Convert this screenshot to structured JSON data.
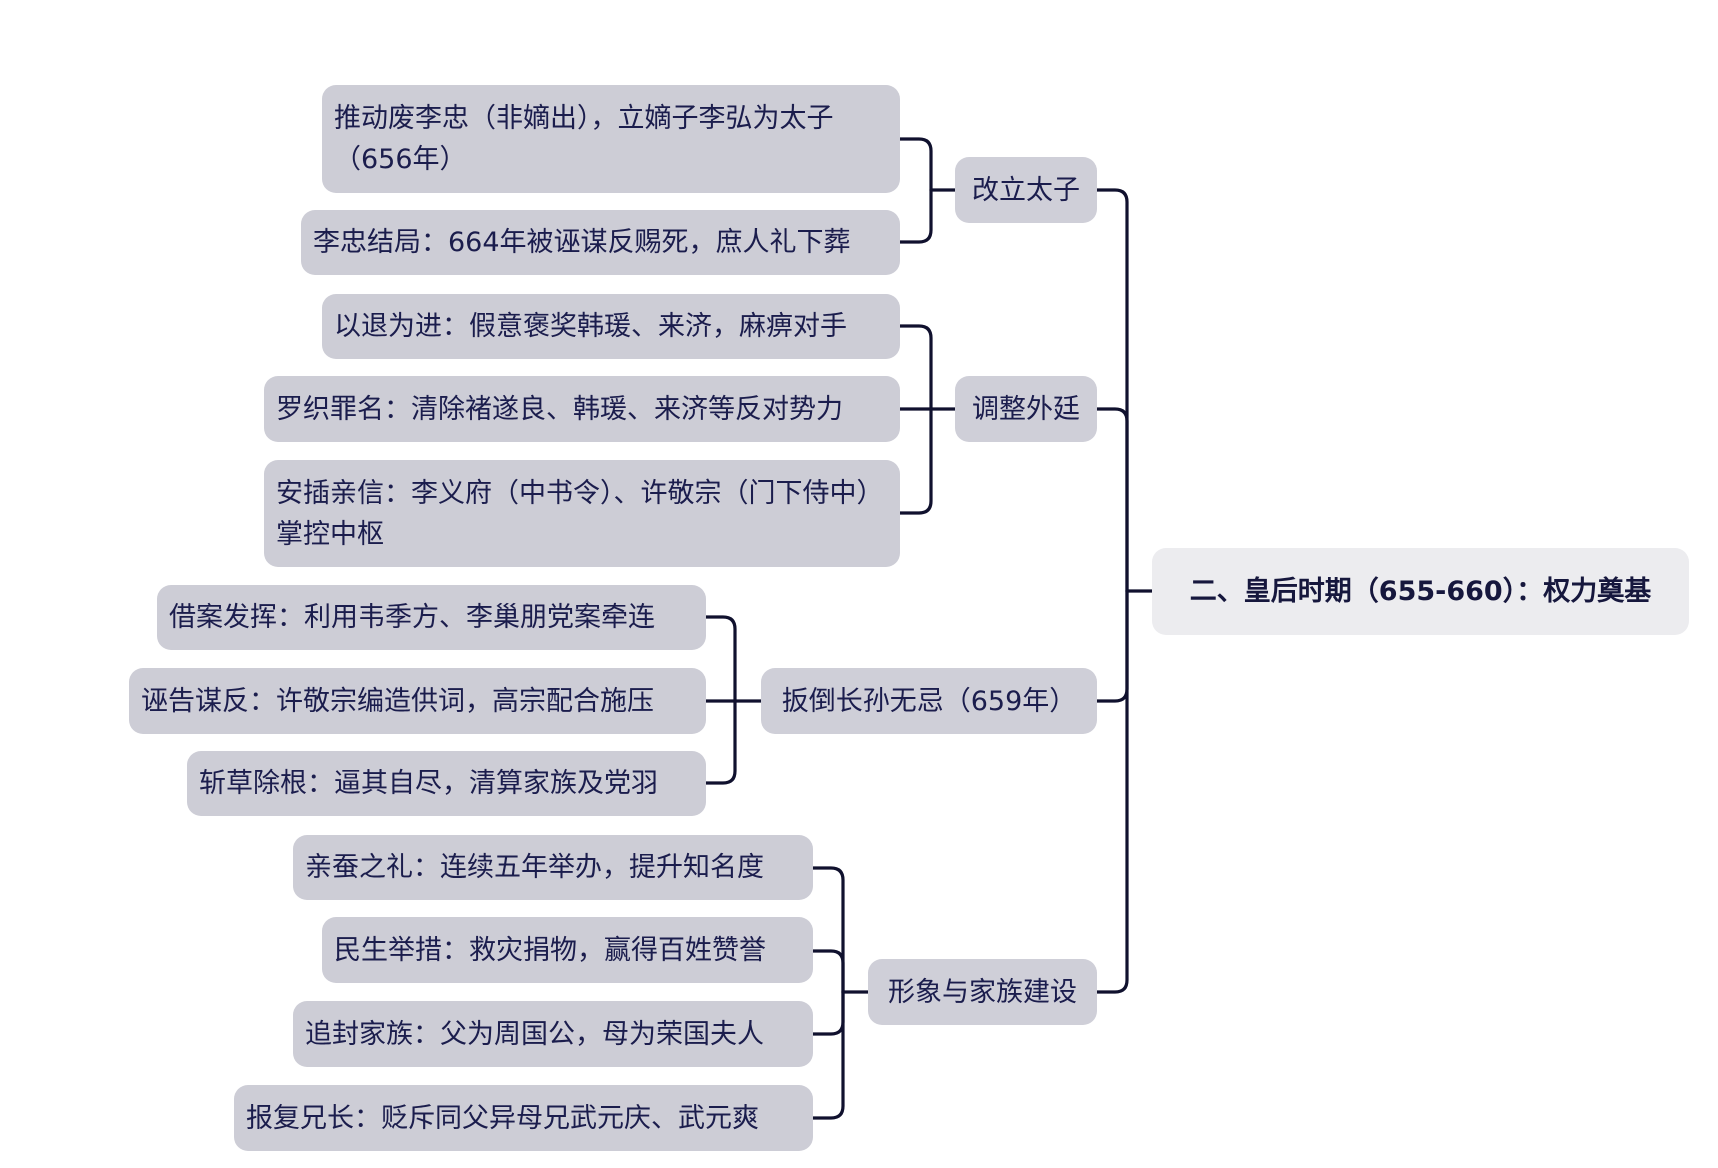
{
  "root": {
    "label": "二、皇后时期（655-660）：权力奠基"
  },
  "branches": [
    {
      "label": "改立太子",
      "children": [
        "推动废李忠（非嫡出），立嫡子李弘为太子（656年）",
        "李忠结局：664年被诬谋反赐死，庶人礼下葬"
      ]
    },
    {
      "label": "调整外廷",
      "children": [
        "以退为进：假意褒奖韩瑗、来济，麻痹对手",
        "罗织罪名：清除褚遂良、韩瑗、来济等反对势力",
        "安插亲信：李义府（中书令）、许敬宗（门下侍中）掌控中枢"
      ]
    },
    {
      "label": "扳倒长孙无忌（659年）",
      "children": [
        "借案发挥：利用韦季方、李巢朋党案牵连",
        "诬告谋反：许敬宗编造供词，高宗配合施压",
        "斩草除根：逼其自尽，清算家族及党羽"
      ]
    },
    {
      "label": "形象与家族建设",
      "children": [
        "亲蚕之礼：连续五年举办，提升知名度",
        "民生举措：救灾捐物，赢得百姓赞誉",
        "追封家族：父为周国公，母为荣国夫人",
        "报复兄长：贬斥同父异母兄武元庆、武元爽"
      ]
    }
  ],
  "colors": {
    "line": "#10112e",
    "text": "#1b1d4d",
    "node": "#cdcdd6",
    "root": "#ececef"
  }
}
